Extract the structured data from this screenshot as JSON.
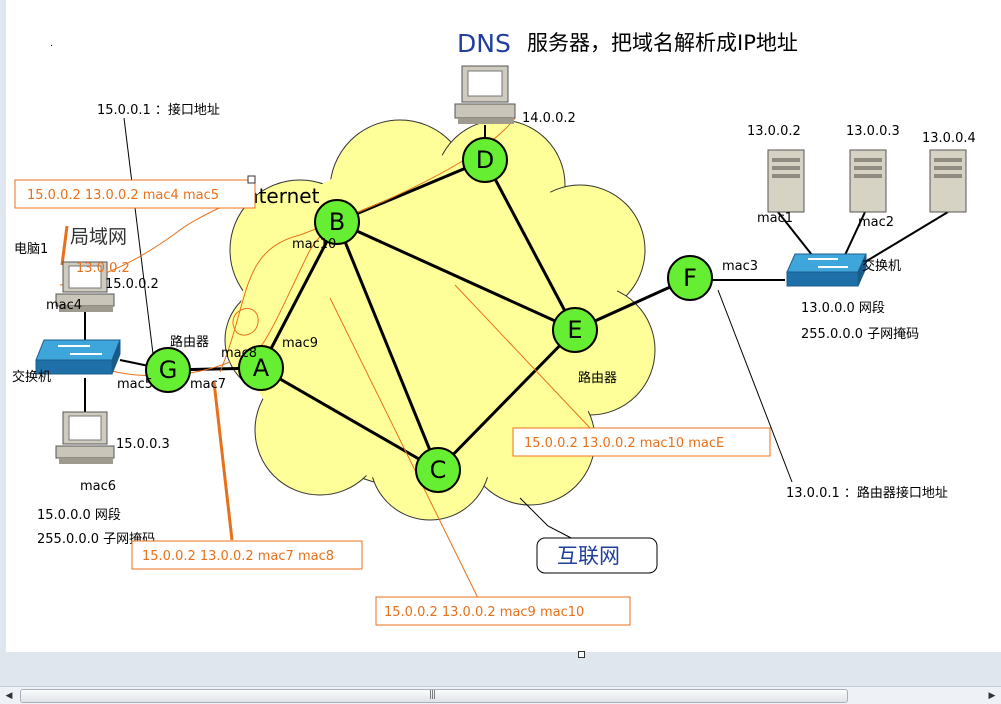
{
  "title": {
    "dns": "DNS",
    "text": "服务器，把域名解析成IP地址"
  },
  "labels": {
    "iface_addr_left": "15.0.0.1 ：接口地址",
    "dns_ip": "14.0.0.2",
    "internet": "Internet",
    "lan": "局域网",
    "pc1": "电脑1",
    "pc1_ip_orange": "13.0.0.2",
    "pc1_ip": "15.0.0.2",
    "mac4": "mac4",
    "switch_left": "交换机",
    "mac5": "mac5",
    "router_g": "路由器",
    "mac7": "mac7",
    "mac8": "mac8",
    "mac9": "mac9",
    "mac10": "mac10",
    "router_e": "路由器",
    "pc3_ip": "15.0.0.3",
    "mac6": "mac6",
    "net_left": "15.0.0.0 网段",
    "mask_left": "255.0.0.0 子网掩码",
    "srv1_ip": "13.0.0.2",
    "srv2_ip": "13.0.0.3",
    "srv3_ip": "13.0.0.4",
    "mac1": "mac1",
    "mac2": "mac2",
    "mac3": "mac3",
    "switch_right": "交换机",
    "net_right": "13.0.0.0 网段",
    "mask_right": "255.0.0.0 子网掩码",
    "iface_addr_right": "13.0.0.1 ：路由器接口地址",
    "internet_cn": "互联网"
  },
  "nodes": {
    "A": "A",
    "B": "B",
    "C": "C",
    "D": "D",
    "E": "E",
    "F": "F",
    "G": "G"
  },
  "packets": {
    "p1": "15.0.0.2  13.0.0.2   mac4  mac5",
    "p2": "15.0.0.2  13.0.0.2  mac7  mac8",
    "p3": "15.0.0.2   13.0.0.2   mac9   mac10",
    "p4": "15.0.0.2   13.0.0.2   mac10   macE"
  },
  "colors": {
    "node_fill": "#66ee33",
    "cloud_fill": "#ffff99",
    "packet_orange": "#e8701a",
    "title_blue": "#1f3f9f"
  },
  "dot": "."
}
